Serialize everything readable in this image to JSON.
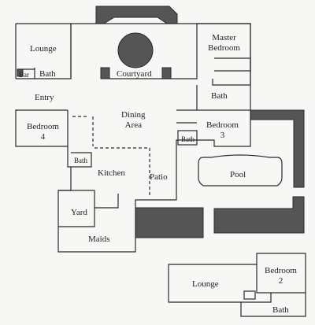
{
  "plan": {
    "rooms": {
      "lounge_main": "Lounge",
      "bar": "Bar",
      "bath_lounge": "Bath",
      "courtyard": "Courtyard",
      "master_bedroom_l1": "Master",
      "master_bedroom_l2": "Bedroom",
      "bath_master": "Bath",
      "entry": "Entry",
      "dining_l1": "Dining",
      "dining_l2": "Area",
      "bedroom4_l1": "Bedroom",
      "bedroom4_l2": "4",
      "bedroom3_l1": "Bedroom",
      "bedroom3_l2": "3",
      "bath_bed3": "Bath",
      "bath_bed4": "Bath",
      "kitchen": "Kitchen",
      "patio": "Patio",
      "pool": "Pool",
      "yard": "Yard",
      "maids": "Maids",
      "lounge_guest": "Lounge",
      "bedroom2_l1": "Bedroom",
      "bedroom2_l2": "2",
      "bath_guest": "Bath"
    },
    "colors": {
      "wall": "#2b2b2b",
      "fill": "#555555",
      "paper": "#f7f7f5"
    }
  }
}
